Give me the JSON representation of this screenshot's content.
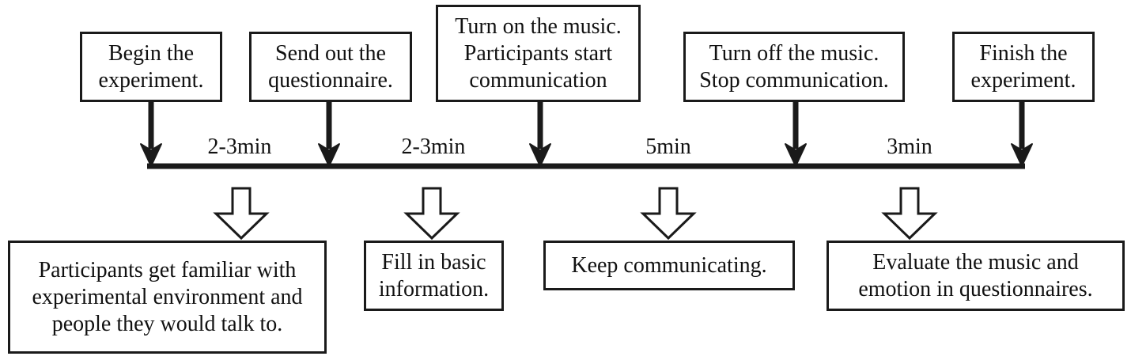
{
  "top_boxes": [
    {
      "lines": [
        "Begin the",
        "experiment."
      ]
    },
    {
      "lines": [
        "Send out the",
        "questionnaire."
      ]
    },
    {
      "lines": [
        "Turn on the music.",
        "Participants start",
        "communication"
      ]
    },
    {
      "lines": [
        "Turn off the music.",
        "Stop communication."
      ]
    },
    {
      "lines": [
        "Finish the",
        "experiment."
      ]
    }
  ],
  "durations": [
    "2-3min",
    "2-3min",
    "5min",
    "3min"
  ],
  "bottom_boxes": [
    {
      "lines": [
        "Participants get familiar with",
        "experimental environment and",
        "people they would talk to."
      ]
    },
    {
      "lines": [
        "Fill in basic",
        "information."
      ]
    },
    {
      "lines": [
        "Keep communicating."
      ]
    },
    {
      "lines": [
        "Evaluate the music and",
        "emotion in questionnaires."
      ]
    }
  ],
  "colors": {
    "line": "#1a1a1a",
    "background": "#ffffff"
  }
}
